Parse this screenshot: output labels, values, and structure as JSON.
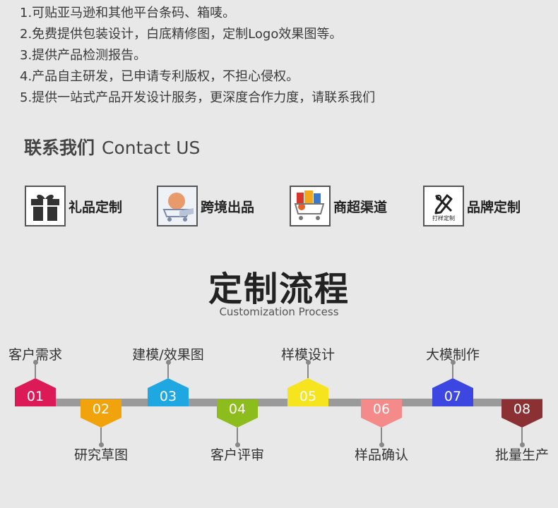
{
  "notes": [
    "1.可贴亚马逊和其他平台条码、箱唛。",
    "2.免费提供包装设计，白底精修图，定制Logo效果图等。",
    "3.提供产品检测报告。",
    "4.产品自主研发，已申请专利版权，不担心侵权。",
    "5.提供一站式产品开发设计服务，更深度合作力度，请联系我们"
  ],
  "contact": {
    "title_cn": "联系我们",
    "title_en": "Contact US"
  },
  "services": [
    {
      "label": "礼品定制",
      "icon": "gift-icon"
    },
    {
      "label": "跨境出品",
      "icon": "cross-border-photo"
    },
    {
      "label": "商超渠道",
      "icon": "shopping-cart-photo"
    },
    {
      "label": "品牌定制",
      "icon": "brand-pen-icon",
      "icon_caption": "打样定制"
    }
  ],
  "process": {
    "title": "定制流程",
    "subtitle": "Customization Process",
    "steps": [
      {
        "num": "01",
        "label": "客户需求",
        "color": "#dc1a58",
        "dir": "up"
      },
      {
        "num": "02",
        "label": "研究草图",
        "color": "#f0a30a",
        "dir": "down"
      },
      {
        "num": "03",
        "label": "建模/效果图",
        "color": "#1ea7e0",
        "dir": "up"
      },
      {
        "num": "04",
        "label": "客户评审",
        "color": "#8cbd1c",
        "dir": "down"
      },
      {
        "num": "05",
        "label": "样模设计",
        "color": "#f5e41e",
        "dir": "up"
      },
      {
        "num": "06",
        "label": "样品确认",
        "color": "#f58a8a",
        "dir": "down"
      },
      {
        "num": "07",
        "label": "大模制作",
        "color": "#3c46e0",
        "dir": "up"
      },
      {
        "num": "08",
        "label": "批量生产",
        "color": "#8b3033",
        "dir": "down"
      }
    ]
  }
}
